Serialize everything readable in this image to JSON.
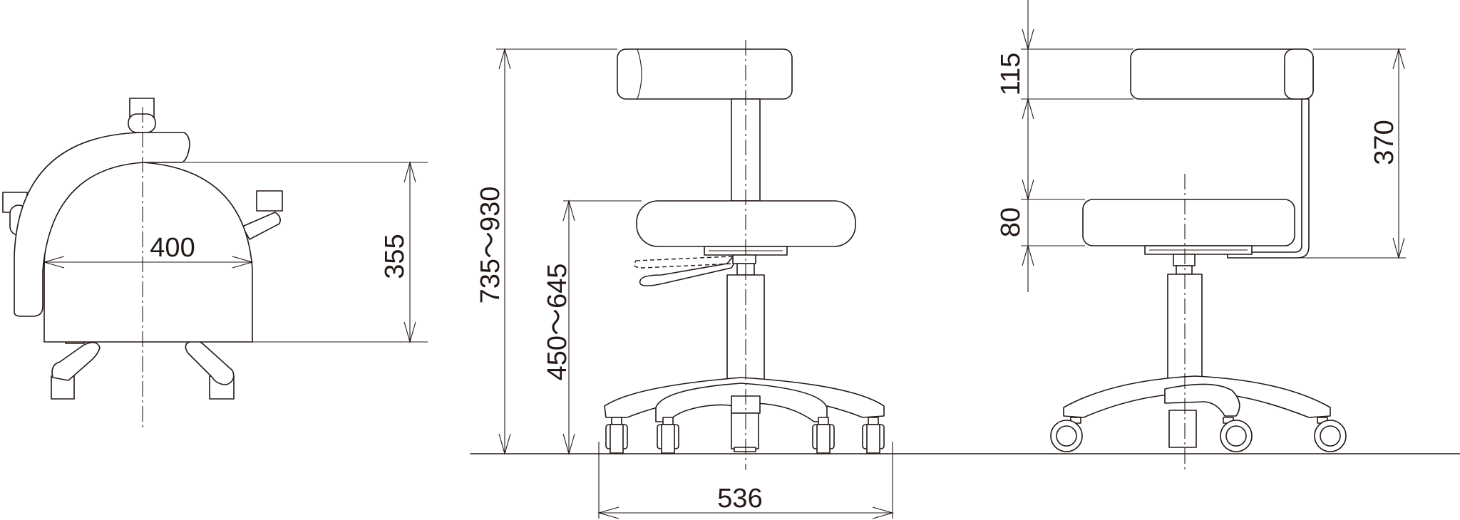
{
  "dimensions": {
    "top_width": "400",
    "top_depth": "355",
    "overall_height": "735〜930",
    "seat_height": "450〜645",
    "base_width": "536",
    "backrest_height": "115",
    "backrest_top_height": "370",
    "seat_thickness": "80"
  },
  "colors": {
    "line": "#231815",
    "background": "#ffffff"
  }
}
